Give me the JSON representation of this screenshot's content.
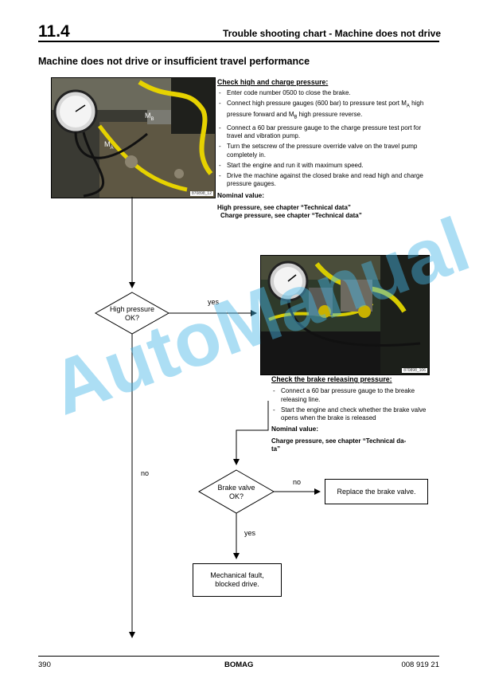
{
  "header": {
    "section_number": "11.4",
    "title": "Trouble shooting chart - Machine does not drive"
  },
  "page_heading": "Machine does not drive or insufficient travel performance",
  "photo1": {
    "id": "870898_12",
    "labels": {
      "mb": "M",
      "mb_sub": "B",
      "ma": "M",
      "ma_sub": "A"
    }
  },
  "block1": {
    "title": "Check high and charge pressure:",
    "steps": {
      "s1": "Enter code number 0500 to close the brake.",
      "s2_a": "Connect high pressure gauges (600 bar) to pressure test port M",
      "s2_sub1": "A",
      "s2_b": " high pressure forward and M",
      "s2_sub2": "B",
      "s2_c": " high pressure reverse.",
      "s3": "Connect a 60 bar pressure gauge to the charge pressure test port for travel and vibration pump.",
      "s4": "Turn the setscrew of the pressure override valve on the travel pump completely in.",
      "s5": "Start the engine and run it with maximum speed.",
      "s6": "Drive the machine against the closed brake and read high and charge pressure gauges."
    },
    "nominal_label": "Nominal value:",
    "nominal_1": "High pressure, see chapter “Technical data”",
    "nominal_2": "Charge pressure, see chapter “Technical data”"
  },
  "photo2": {
    "id": "870898_106"
  },
  "block2": {
    "title": "Check the brake releasing pressure:",
    "steps": {
      "s1": "Connect a 60 bar pressure gauge to the breake releasing line.",
      "s2": "Start the engine and check whether the brake valve opens when the brake is released"
    },
    "nominal_label": "Nominal value:",
    "nominal_1": "Charge pressure, see chapter “Technical da-",
    "nominal_2": "ta”"
  },
  "flow": {
    "decision1": {
      "line1": "High pressure",
      "line2": "OK?"
    },
    "decision1_yes": "yes",
    "decision1_no": "no",
    "decision2": {
      "line1": "Brake valve",
      "line2": "OK?"
    },
    "decision2_no": "no",
    "decision2_yes": "yes",
    "replace_box": "Replace the brake valve.",
    "fault_box": {
      "line1": "Mechanical fault,",
      "line2": "blocked drive."
    }
  },
  "watermark": "AutoManual",
  "footer": {
    "page": "390",
    "brand": "BOMAG",
    "doc_number": "008 919 21"
  }
}
